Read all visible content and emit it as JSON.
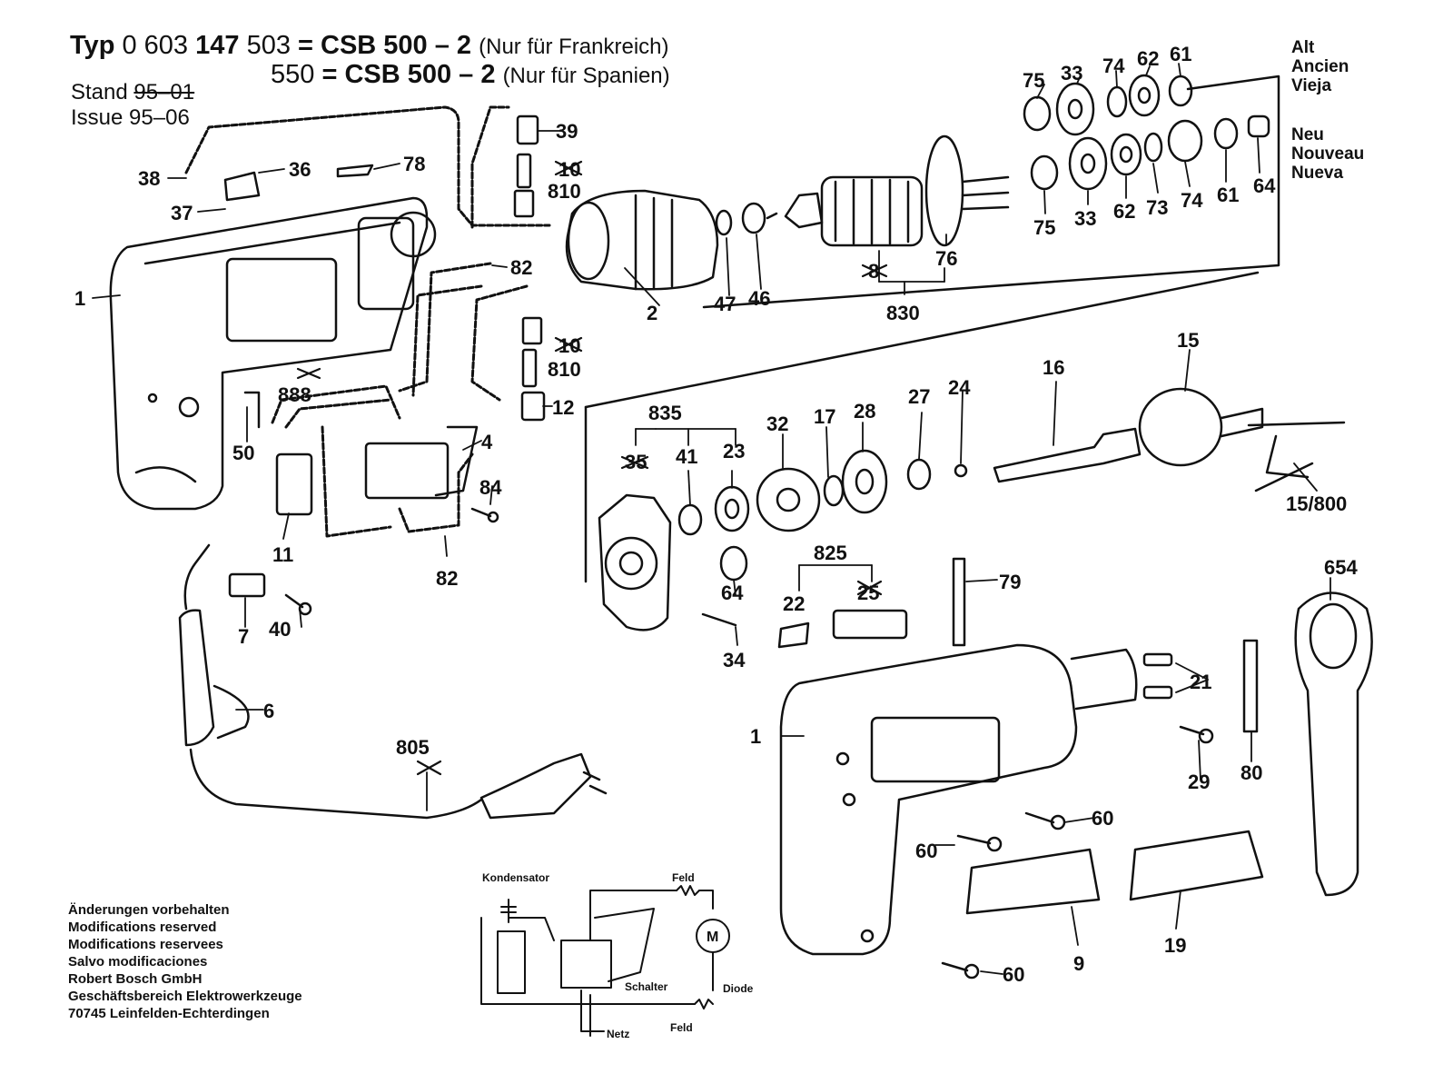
{
  "header": {
    "typ_label": "Typ",
    "typ_number_prefix": "0 603",
    "typ_number_bold": "147",
    "line1_code": "503",
    "line1_eq": "= CSB 500 – 2",
    "line1_note": "(Nur für Frankreich)",
    "line2_code": "550",
    "line2_eq": "= CSB 500 – 2",
    "line2_note": "(Nur für Spanien)",
    "stand_label": "Stand",
    "stand_old": "95–01",
    "issue_label": "Issue",
    "issue_value": "95–06"
  },
  "variant_legend": {
    "old": [
      "Alt",
      "Ancien",
      "Vieja"
    ],
    "new": [
      "Neu",
      "Nouveau",
      "Nueva"
    ]
  },
  "footer": {
    "lines": [
      "Änderungen vorbehalten",
      "Modifications reserved",
      "Modifications reservees",
      "Salvo modificaciones",
      "Robert Bosch GmbH",
      "Geschäftsbereich Elektrowerkzeuge",
      "70745 Leinfelden-Echterdingen"
    ]
  },
  "schematic": {
    "kondensator": "Kondensator",
    "feld_top": "Feld",
    "feld_bottom": "Feld",
    "motor": "M",
    "schalter": "Schalter",
    "diode": "Diode",
    "netz": "Netz"
  },
  "part_labels": {
    "p1a": "1",
    "p1b": "1",
    "p2": "2",
    "p4": "4",
    "p6": "6",
    "p7": "7",
    "p9": "9",
    "p10a": "10",
    "p10b": "10",
    "p11": "11",
    "p12": "12",
    "p15": "15",
    "p15_800": "15/800",
    "p16": "16",
    "p17": "17",
    "p19": "19",
    "p21": "21",
    "p22": "22",
    "p23": "23",
    "p24": "24",
    "p25": "25",
    "p27": "27",
    "p28": "28",
    "p29": "29",
    "p32": "32",
    "p33a": "33",
    "p33b": "33",
    "p34": "34",
    "p35": "35",
    "p36": "36",
    "p37": "37",
    "p38": "38",
    "p39": "39",
    "p40": "40",
    "p41": "41",
    "p46": "46",
    "p47": "47",
    "p50": "50",
    "p60a": "60",
    "p60b": "60",
    "p60c": "60",
    "p61a": "61",
    "p61b": "61",
    "p62a": "62",
    "p62b": "62",
    "p64a": "64",
    "p64b": "64",
    "p73": "73",
    "p74a": "74",
    "p74b": "74",
    "p75a": "75",
    "p75b": "75",
    "p76": "76",
    "p78": "78",
    "p79": "79",
    "p80": "80",
    "p82a": "82",
    "p82b": "82",
    "p84": "84",
    "p654": "654",
    "p805": "805",
    "p810a": "810",
    "p810b": "810",
    "p825": "825",
    "p830": "830",
    "p835": "835",
    "p888": "888",
    "p8": "8"
  }
}
